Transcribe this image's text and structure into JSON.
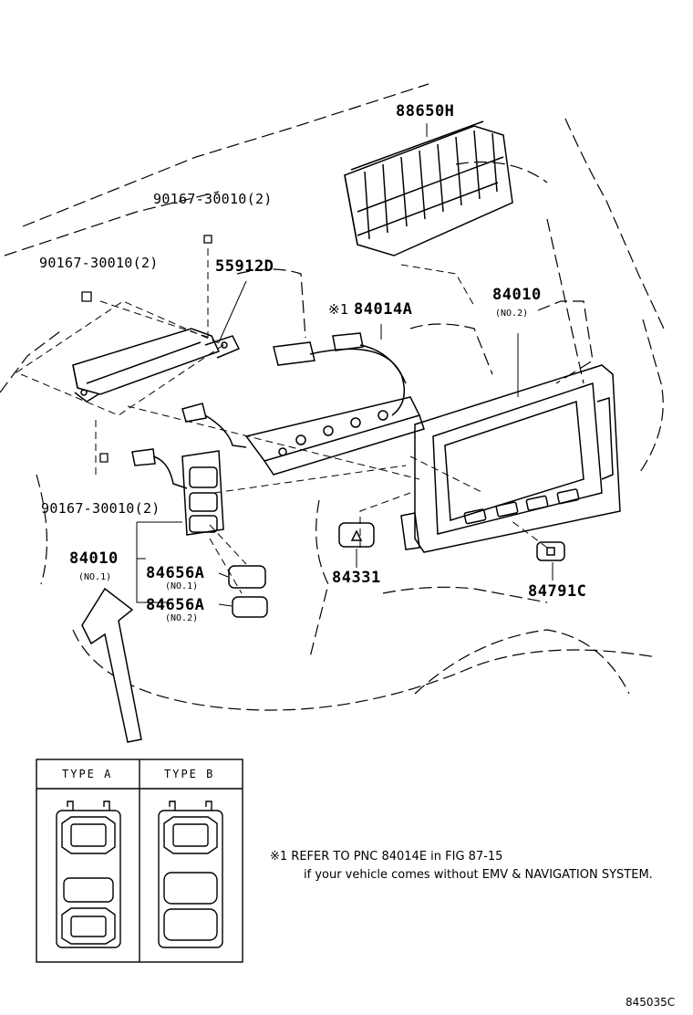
{
  "labels": {
    "p88650h": "88650H",
    "p90167_top": "90167-30010(2)",
    "p90167_left": "90167-30010(2)",
    "p55912d": "55912D",
    "p84014a_mark": "※1",
    "p84014a": "84014A",
    "p84010_right": "84010",
    "p84010_right_sub": "(NO.2)",
    "p90167_bottom": "90167-30010(2)",
    "p84010_left": "84010",
    "p84010_left_sub": "(NO.1)",
    "p84656a_1": "84656A",
    "p84656a_1_sub": "(NO.1)",
    "p84656a_2": "84656A",
    "p84656a_2_sub": "(NO.2)",
    "p84331": "84331",
    "p84791c": "84791C"
  },
  "type_table": {
    "type_a": "TYPE  A",
    "type_b": "TYPE  B"
  },
  "note": {
    "line1": "※1  REFER TO PNC 84014E in FIG 87-15",
    "line2": "if your vehicle comes without EMV & NAVIGATION SYSTEM."
  },
  "figure_id": "845035C"
}
